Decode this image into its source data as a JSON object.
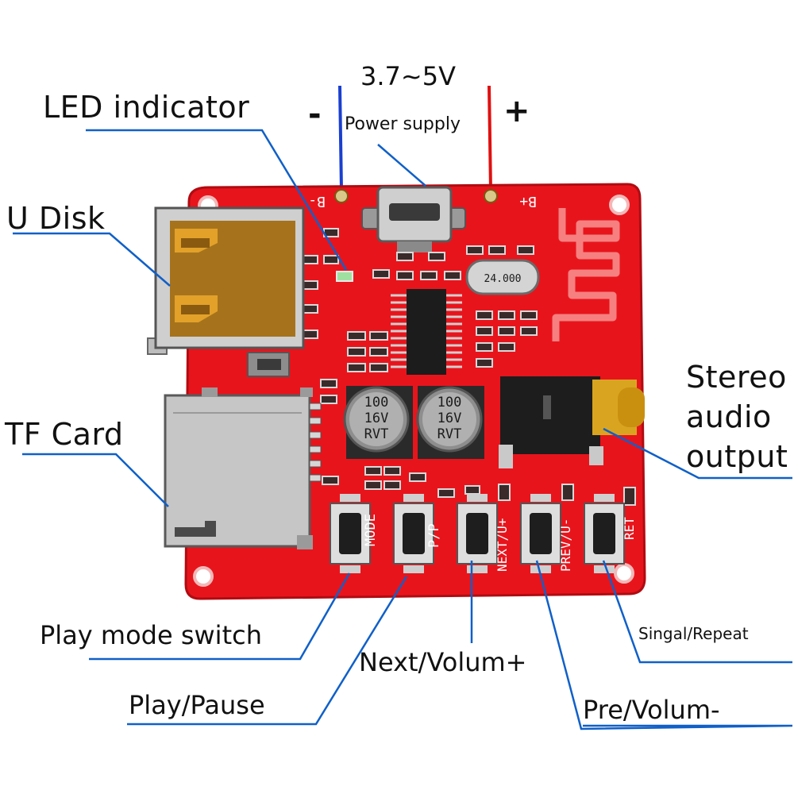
{
  "voltage_label": "3.7~5V",
  "power_label": "Power supply",
  "minus_label": "-",
  "plus_label": "+",
  "led_label": "LED indicator",
  "udisk_label": "U Disk",
  "tf_label": "TF Card",
  "stereo_label": [
    "Stereo",
    "audio",
    "output"
  ],
  "play_mode_label": "Play mode switch",
  "play_pause_label": "Play/Pause",
  "next_label": "Next/Volum+",
  "pre_label": "Pre/Volum-",
  "signal_label": "Singal/Repeat",
  "board": {
    "b_minus": "B-",
    "b_plus": "B+",
    "crystal": "24.000",
    "cap_value": "100",
    "cap_voltage": "16V",
    "cap_brand": "RVT",
    "btn_mode": "MODE",
    "btn_pp": "P/P",
    "btn_next": "NEXT/U+",
    "btn_prev": "PREV/U-",
    "btn_ret": "RET"
  },
  "colors": {
    "board": "#e8141c",
    "leader": "#1060c8",
    "wire_minus": "#1a3fd0",
    "wire_plus": "#e01010"
  }
}
